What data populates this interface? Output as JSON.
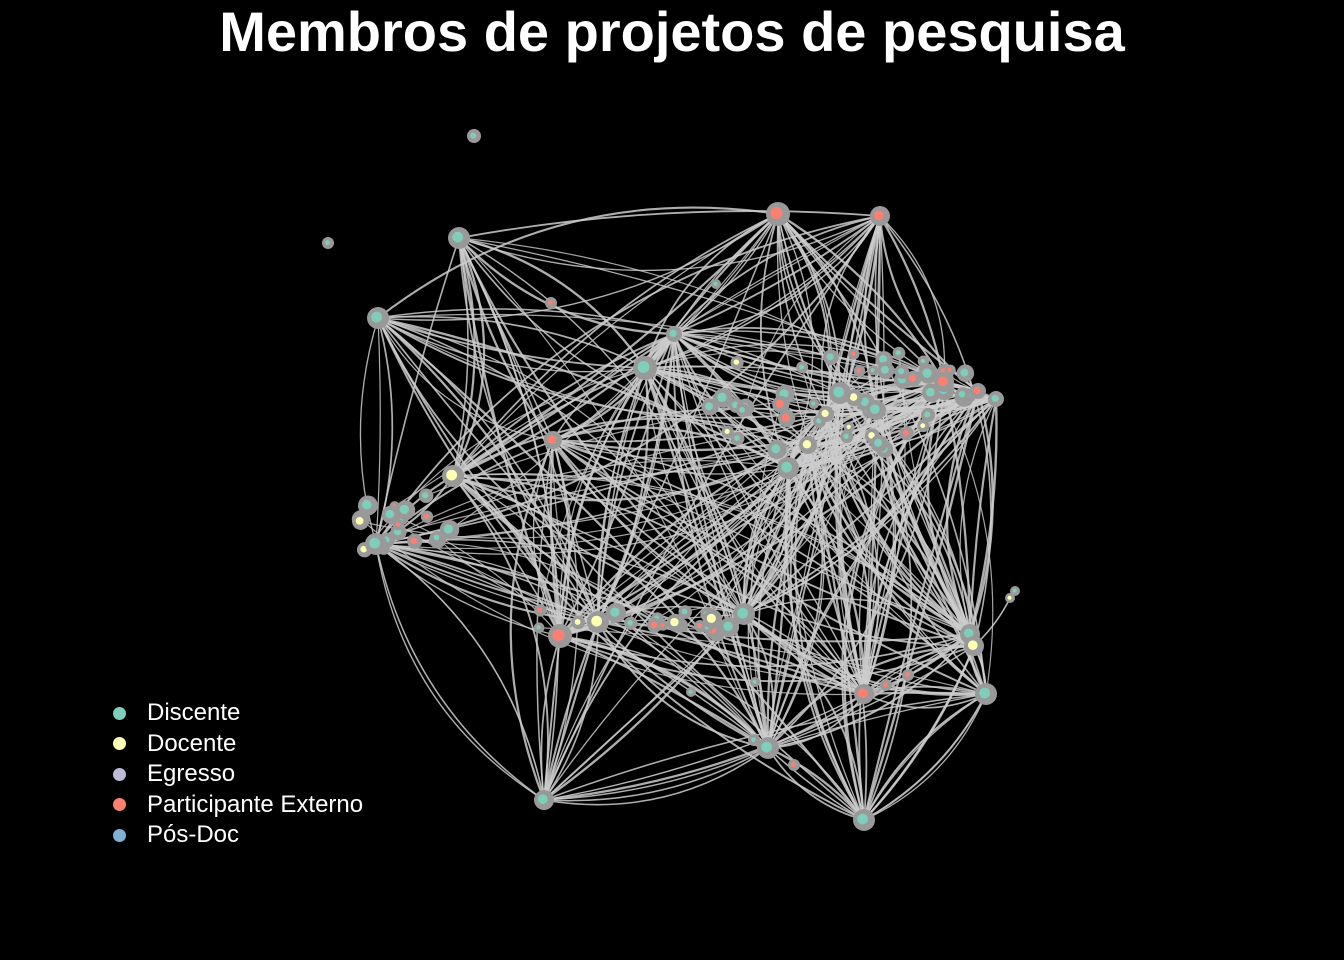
{
  "title": "Membros de projetos de pesquisa",
  "legend": [
    {
      "key": "discente",
      "label": "Discente",
      "color": "#7fcdbb"
    },
    {
      "key": "docente",
      "label": "Docente",
      "color": "#ffffb3"
    },
    {
      "key": "egresso",
      "label": "Egresso",
      "color": "#bebada"
    },
    {
      "key": "externo",
      "label": "Participante Externo",
      "color": "#fb8072"
    },
    {
      "key": "posdoc",
      "label": "Pós-Doc",
      "color": "#80b1d3"
    }
  ],
  "colors": {
    "background": "#000000",
    "edge": "#cccccc",
    "node_ring": "#999999"
  }
}
